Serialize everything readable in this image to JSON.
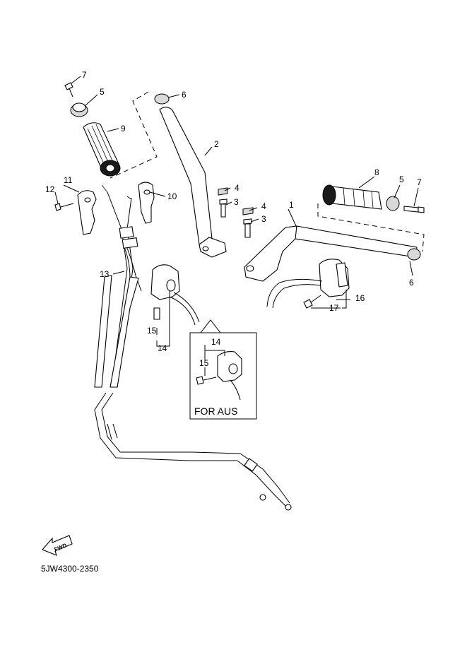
{
  "callouts": {
    "c1": "1",
    "c2": "2",
    "c3a": "3",
    "c3b": "3",
    "c4a": "4",
    "c4b": "4",
    "c5a": "5",
    "c5b": "5",
    "c6a": "6",
    "c6b": "6",
    "c7a": "7",
    "c7b": "7",
    "c8": "8",
    "c9": "9",
    "c10": "10",
    "c11": "11",
    "c12": "12",
    "c13": "13",
    "c14a": "14",
    "c14b": "14",
    "c15a": "15",
    "c15b": "15",
    "c16": "16",
    "c17": "17"
  },
  "inset": {
    "title": "FOR AUS"
  },
  "fwd_label": "FWD",
  "doc_code": "5JW4300-2350"
}
